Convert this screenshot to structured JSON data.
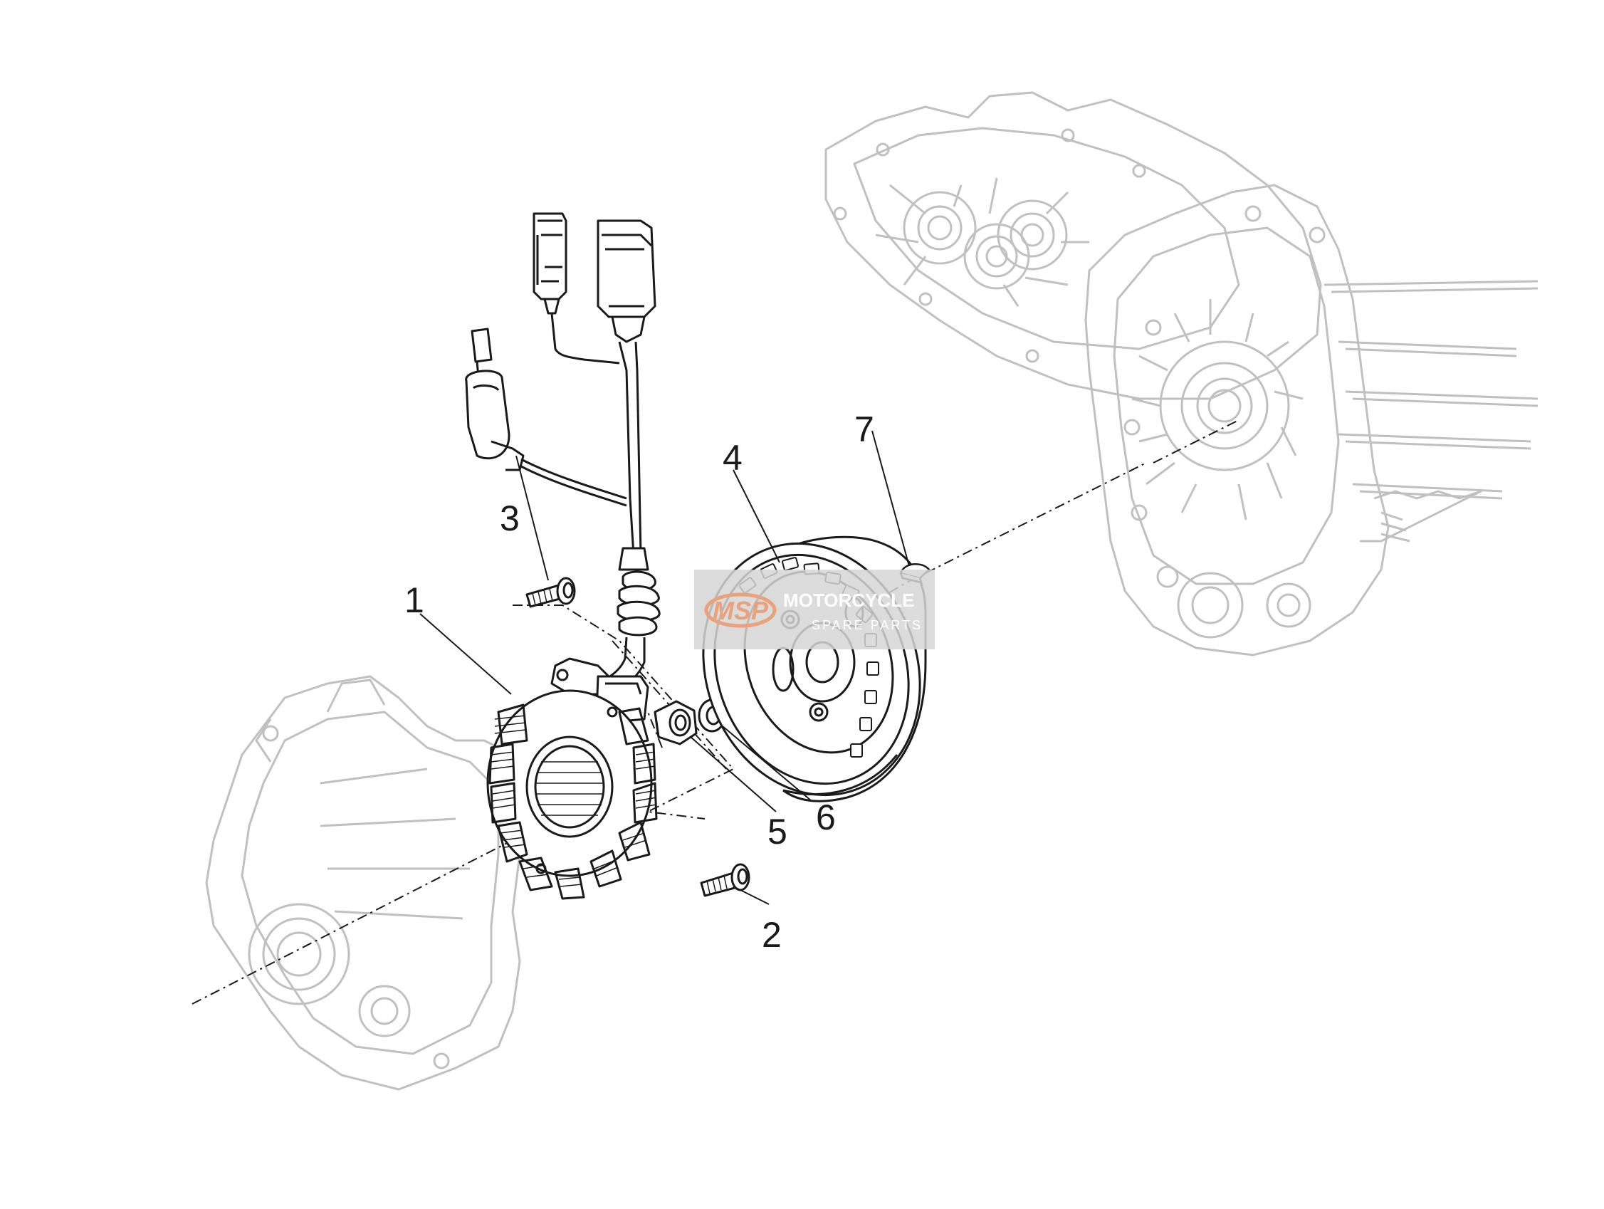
{
  "callouts": [
    {
      "id": "1",
      "label": "1"
    },
    {
      "id": "2",
      "label": "2"
    },
    {
      "id": "3",
      "label": "3"
    },
    {
      "id": "4",
      "label": "4"
    },
    {
      "id": "5",
      "label": "5"
    },
    {
      "id": "6",
      "label": "6"
    },
    {
      "id": "7",
      "label": "7"
    }
  ],
  "watermark": {
    "logo": "MSP",
    "line1": "MOTORCYCLE",
    "line2": "SPARE PARTS"
  },
  "colors": {
    "line_dark": "#1a1a1a",
    "line_light": "#c0c0c0",
    "watermark_bg": "#d6d6d6",
    "watermark_logo": "#e9a27b"
  }
}
